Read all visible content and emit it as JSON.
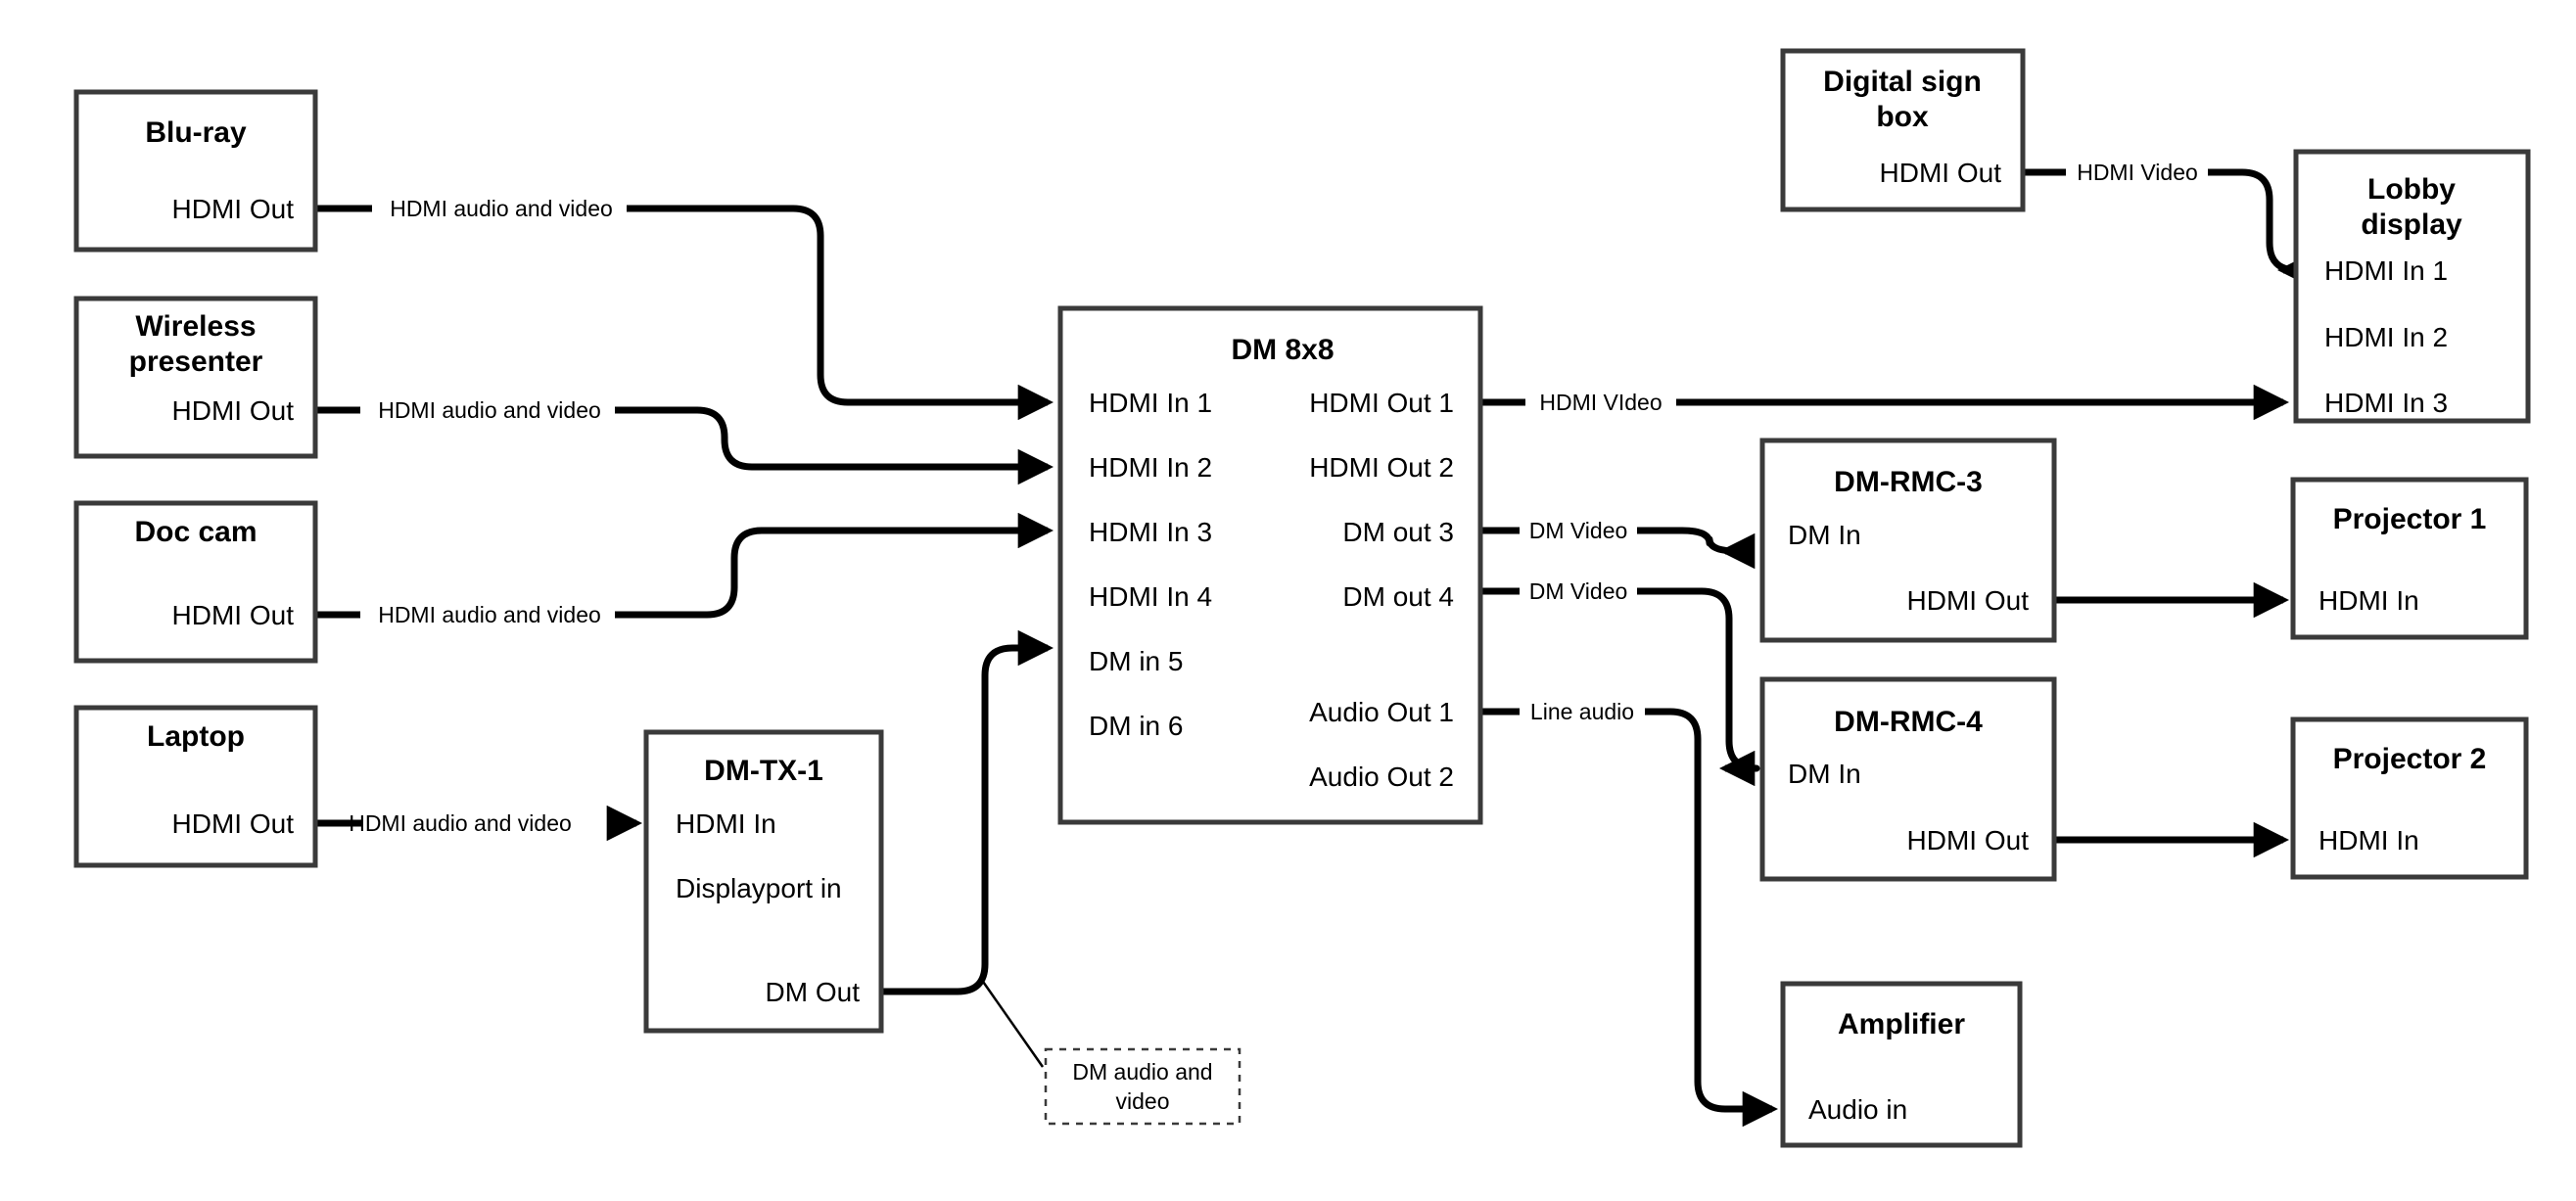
{
  "diagram": {
    "title": "AV signal flow diagram",
    "background_color": "#ffffff",
    "line_color": "#000000",
    "box_stroke_color": "#3a3a3a"
  },
  "nodes": {
    "bluray": {
      "title": "Blu-ray",
      "ports": {
        "out1": "HDMI Out"
      }
    },
    "wireless": {
      "title": "Wireless",
      "title2": "presenter",
      "ports": {
        "out1": "HDMI Out"
      }
    },
    "doccam": {
      "title": "Doc cam",
      "ports": {
        "out1": "HDMI Out"
      }
    },
    "laptop": {
      "title": "Laptop",
      "ports": {
        "out1": "HDMI Out"
      }
    },
    "dmtx1": {
      "title": "DM-TX-1",
      "ports": {
        "in1": "HDMI In",
        "in2": "Displayport in",
        "out1": "DM Out"
      }
    },
    "dm8x8": {
      "title": "DM 8x8",
      "inputs": [
        "HDMI In 1",
        "HDMI In 2",
        "HDMI In 3",
        "HDMI In 4",
        "DM in 5",
        "DM in 6"
      ],
      "outputs": [
        "HDMI Out 1",
        "HDMI Out 2",
        "DM out 3",
        "DM out 4",
        "Audio Out 1",
        "Audio Out 2"
      ]
    },
    "digitalsign": {
      "title": "Digital sign",
      "title2": "box",
      "ports": {
        "out1": "HDMI Out"
      }
    },
    "lobby": {
      "title": "Lobby",
      "title2": "display",
      "ports": {
        "in1": "HDMI In 1",
        "in2": "HDMI In 2",
        "in3": "HDMI In 3"
      }
    },
    "dmrmc3": {
      "title": "DM-RMC-3",
      "ports": {
        "in1": "DM In",
        "out1": "HDMI Out"
      }
    },
    "dmrmc4": {
      "title": "DM-RMC-4",
      "ports": {
        "in1": "DM In",
        "out1": "HDMI Out"
      }
    },
    "projector1": {
      "title": "Projector 1",
      "ports": {
        "in1": "HDMI In"
      }
    },
    "projector2": {
      "title": "Projector 2",
      "ports": {
        "in1": "HDMI In"
      }
    },
    "amplifier": {
      "title": "Amplifier",
      "ports": {
        "in1": "Audio in"
      }
    }
  },
  "edge_labels": {
    "bluray_to_dm": "HDMI audio and video",
    "wireless_to_dm": "HDMI audio and video",
    "doccam_to_dm": "HDMI audio and video",
    "laptop_to_dmtx": "HDMI audio and video",
    "sign_to_lobby": "HDMI Video",
    "dm_hdmiout1": "HDMI VIdeo",
    "dm_dmout3": "DM Video",
    "dm_dmout4": "DM Video",
    "dm_audioout1": "Line audio"
  },
  "notes": {
    "dm_audio_video": "DM audio and video"
  }
}
